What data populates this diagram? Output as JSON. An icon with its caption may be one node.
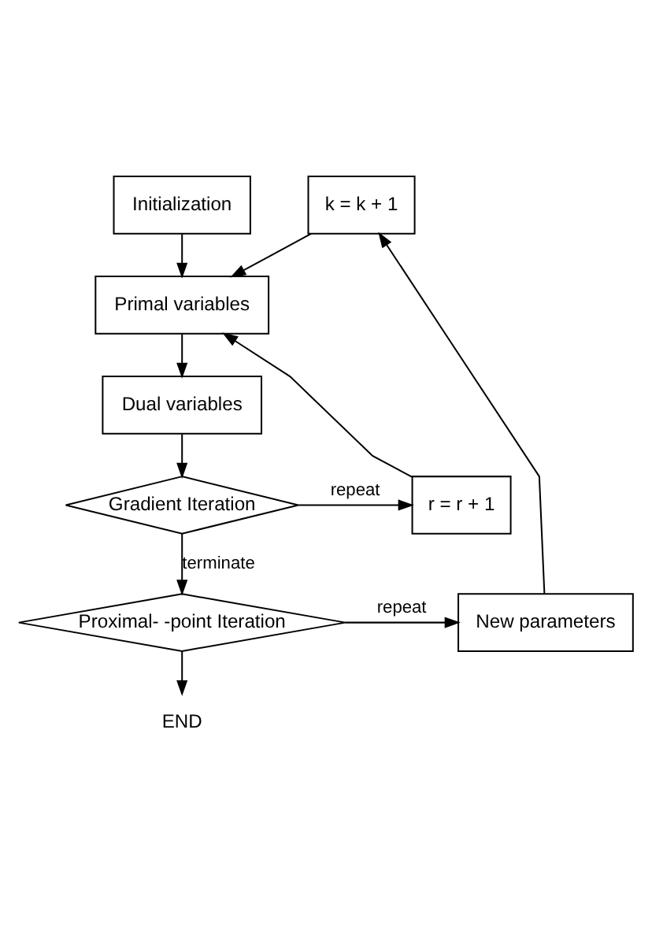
{
  "diagram": {
    "nodes": [
      {
        "text": [
          "Initialization"
        ]
      },
      {
        "text": [
          "Primal variables"
        ]
      },
      {
        "text": [
          "Dual variables"
        ]
      },
      {
        "text": [
          "Gradient Iteration"
        ]
      },
      {
        "text": [
          "r = r + 1"
        ]
      },
      {
        "text": [
          "k = k + 1"
        ]
      },
      {
        "text": [
          "Proximal- -point Iteration"
        ]
      },
      {
        "text": [
          "New parameters"
        ]
      },
      {
        "text": [
          "END"
        ]
      }
    ],
    "edges": [
      {
        "from": 0,
        "to": 1,
        "arrow": "to"
      },
      {
        "from": 1,
        "to": 2,
        "arrow": "to"
      },
      {
        "from": 2,
        "to": 3,
        "arrow": "to"
      },
      {
        "from": 3,
        "to": 4,
        "arrow": "to",
        "label": "repeat"
      },
      {
        "from": 4,
        "to": 1,
        "arrow": "to"
      },
      {
        "from": 3,
        "to": 6,
        "arrow": "to",
        "label": "terminate"
      },
      {
        "from": 6,
        "to": 7,
        "arrow": "to",
        "label": "repeat"
      },
      {
        "from": 7,
        "to": 5,
        "arrow": "to"
      },
      {
        "from": 5,
        "to": 1,
        "arrow": "to"
      },
      {
        "from": 6,
        "to": 8,
        "arrow": "to"
      }
    ]
  }
}
